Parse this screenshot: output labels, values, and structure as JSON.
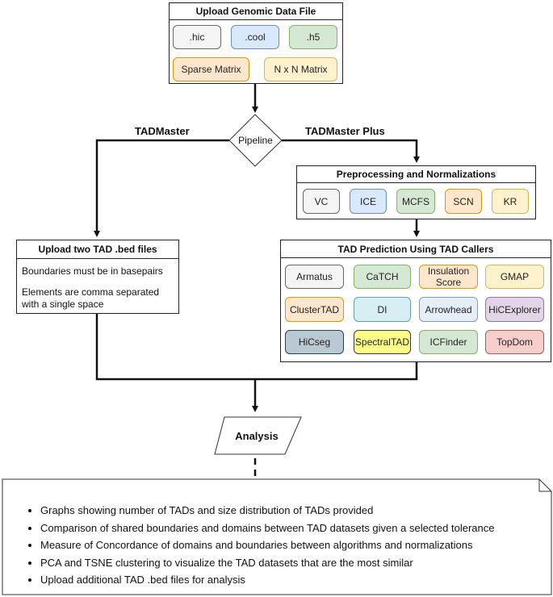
{
  "upload": {
    "title": "Upload Genomic Data File",
    "formats": [
      ".hic",
      ".cool",
      ".h5"
    ],
    "matrix_types": [
      "Sparse Matrix",
      "N x N Matrix"
    ]
  },
  "pipeline": {
    "label": "Pipeline",
    "left_branch": "TADMaster",
    "right_branch": "TADMaster Plus"
  },
  "preprocessing": {
    "title": "Preprocessing and Normalizations",
    "methods": [
      "VC",
      "ICE",
      "MCFS",
      "SCN",
      "KR"
    ]
  },
  "tad_upload": {
    "title": "Upload two TAD .bed files",
    "notes": [
      "Boundaries must be in basepairs",
      "Elements are comma separated with a single space"
    ]
  },
  "callers": {
    "title": "TAD Prediction Using TAD Callers",
    "items": [
      "Armatus",
      "CaTCH",
      "Insulation Score",
      "GMAP",
      "ClusterTAD",
      "DI",
      "Arrowhead",
      "HiCExplorer",
      "HiCseg",
      "SpectralTAD",
      "ICFinder",
      "TopDom"
    ]
  },
  "analysis": {
    "label": "Analysis",
    "outputs": [
      "Graphs showing number of TADs and size distribution of TADs provided",
      "Comparison of shared boundaries and domains between TAD datasets given a selected tolerance",
      "Measure of Concordance of domains and boundaries between algorithms and normalizations",
      "PCA and TSNE clustering to visualize the TAD datasets that are the most similar",
      "Upload additional TAD .bed files for analysis"
    ]
  },
  "colors": {
    "gray": "#f5f5f5",
    "blue": "#dae8fc",
    "green": "#d5e8d4",
    "orange": "#ffe6cc",
    "yellow": "#fff2cc",
    "teal": "#d7eef2",
    "lightblue": "#e6eef8",
    "purple": "#e1d5e7",
    "slate": "#bac8d3",
    "brightyellow": "#ffff88",
    "pink": "#f8cecc"
  }
}
